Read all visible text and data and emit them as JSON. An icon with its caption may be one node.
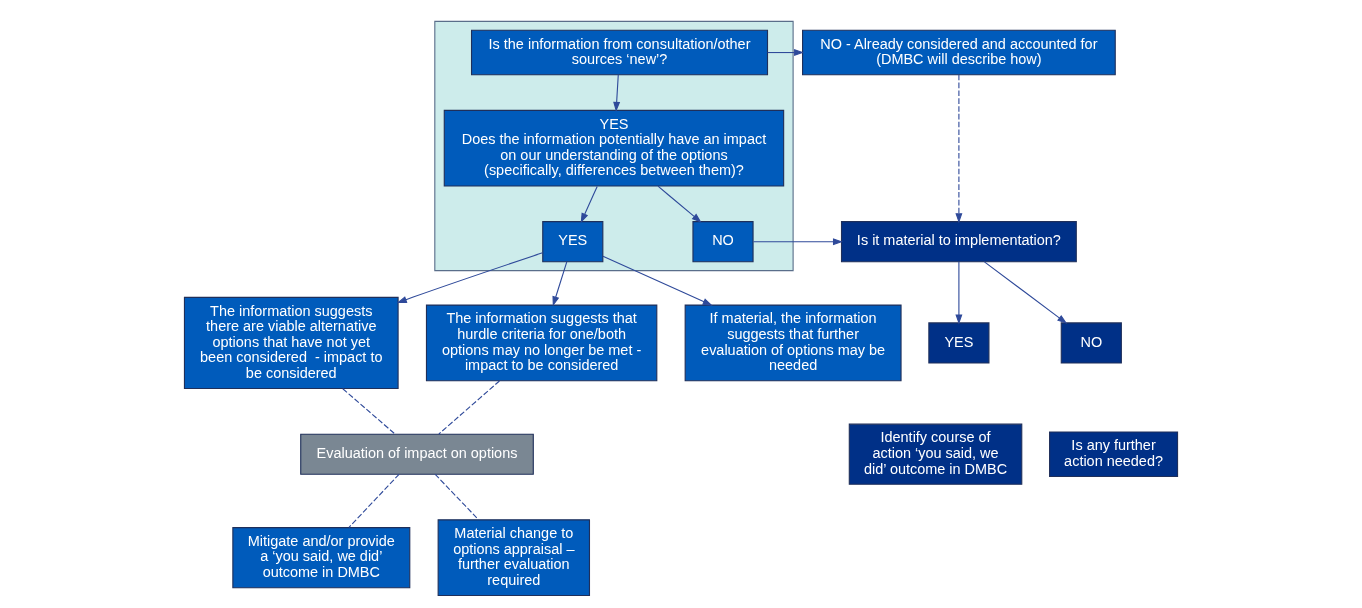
{
  "diagram": {
    "nodes": [
      {
        "text": [],
        "shape": "box"
      },
      {
        "text": [
          "Is the information from consultation/other sources ‘new’?"
        ],
        "in": 0
      },
      {
        "text": [
          "YES",
          "Does the information potentially have an impact on our understanding of the options (specifically, differences between them)?"
        ],
        "in": 0
      },
      {
        "text": [
          "YES"
        ],
        "in": 0
      },
      {
        "text": [
          "NO"
        ],
        "in": 0
      },
      {
        "text": [
          "NO - Already considered and accounted for (DMBC will describe how)"
        ]
      },
      {
        "text": [
          "Is it material to implementation?"
        ]
      },
      {
        "text": [
          "YES"
        ]
      },
      {
        "text": [
          "NO"
        ]
      },
      {
        "text": [
          "Identify course of action ‘you said, we did’ outcome in DMBC"
        ]
      },
      {
        "text": [
          "Is any further action needed?"
        ]
      },
      {
        "text": [
          "The information suggests there are viable alternative options that have not yet been considered  - impact to be considered"
        ]
      },
      {
        "text": [
          "The information suggests that hurdle criteria for one/both options may no longer be met - impact to be considered"
        ]
      },
      {
        "text": [
          "If material, the information suggests that further evaluation of options may be needed"
        ]
      },
      {
        "text": [
          "Evaluation of impact on options"
        ]
      },
      {
        "text": [
          "Mitigate and/or provide a ‘you said, we did’ outcome in DMBC"
        ]
      },
      {
        "text": [
          "Material change to options appraisal – further evaluation required"
        ]
      }
    ],
    "edges": [
      {
        "from": 1,
        "to": 2,
        "arrow": "to"
      },
      {
        "from": 2,
        "to": 3,
        "arrow": "to"
      },
      {
        "from": 2,
        "to": 4,
        "arrow": "to"
      },
      {
        "from": 1,
        "to": 5,
        "arrow": "to"
      },
      {
        "from": 5,
        "to": 6,
        "arrow": "to",
        "style": "dashed"
      },
      {
        "from": 4,
        "to": 6,
        "arrow": "to"
      },
      {
        "from": 6,
        "to": 7,
        "arrow": "to"
      },
      {
        "from": 6,
        "to": 8,
        "arrow": "to"
      },
      {
        "from": 3,
        "to": 11,
        "arrow": "to"
      },
      {
        "from": 3,
        "to": 12,
        "arrow": "to"
      },
      {
        "from": 3,
        "to": 13,
        "arrow": "to"
      },
      {
        "from": 11,
        "to": 14,
        "arrow": "none",
        "style": "dashed"
      },
      {
        "from": 12,
        "to": 14,
        "arrow": "none",
        "style": "dashed"
      },
      {
        "from": 14,
        "to": 15,
        "arrow": "none",
        "style": "dashed"
      },
      {
        "from": 14,
        "to": 16,
        "arrow": "none",
        "style": "dashed"
      }
    ]
  }
}
